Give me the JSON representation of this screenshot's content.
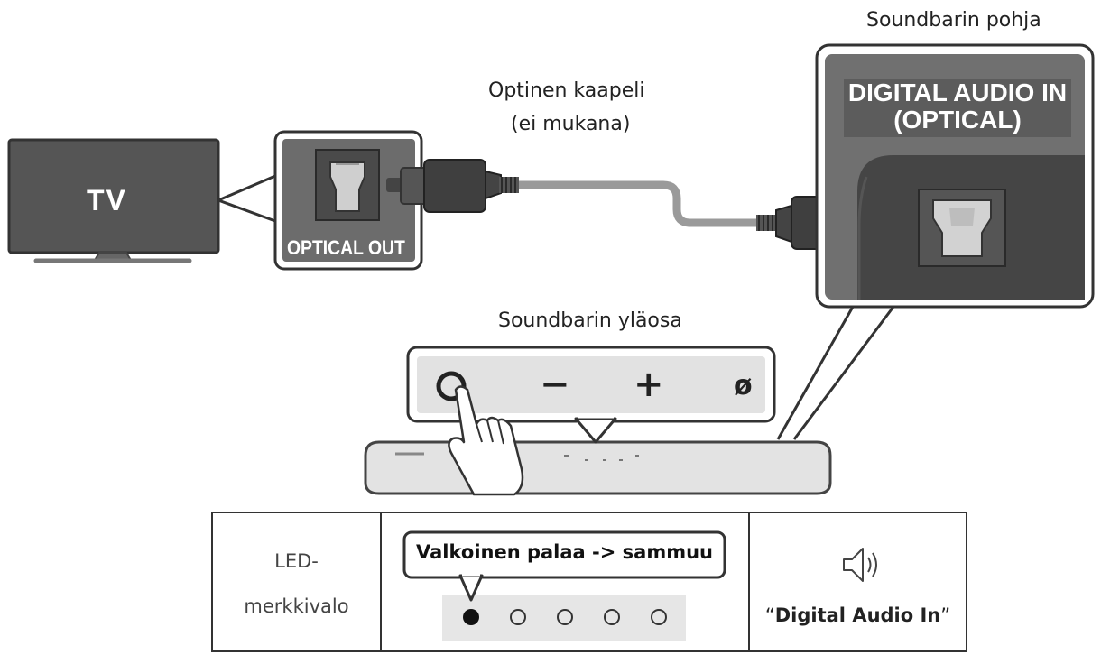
{
  "tv": {
    "label": "TV",
    "port_label": "OPTICAL OUT"
  },
  "cable": {
    "title_line1": "Optinen kaapeli",
    "title_line2": "(ei mukana)"
  },
  "soundbar_bottom": {
    "title": "Soundbarin pohja",
    "port_label_line1": "DIGITAL AUDIO IN",
    "port_label_line2": "(OPTICAL)"
  },
  "soundbar_top": {
    "title": "Soundbarin yläosa",
    "buttons": [
      "−",
      "+",
      "ø"
    ]
  },
  "led_table": {
    "row_label_line1": "LED-",
    "row_label_line2": "merkkivalo",
    "callout": "Valkoinen palaa -> sammuu",
    "led_count": 5,
    "led_on_index": 0,
    "voice_prompt_open": "“",
    "voice_prompt_text": "Digital Audio In",
    "voice_prompt_close": "”"
  },
  "icons": [
    "tv-icon",
    "optical-port-icon",
    "optical-plug-icon",
    "power-button-icon",
    "hand-pointer-icon",
    "speaker-icon",
    "led-indicator-icon"
  ]
}
